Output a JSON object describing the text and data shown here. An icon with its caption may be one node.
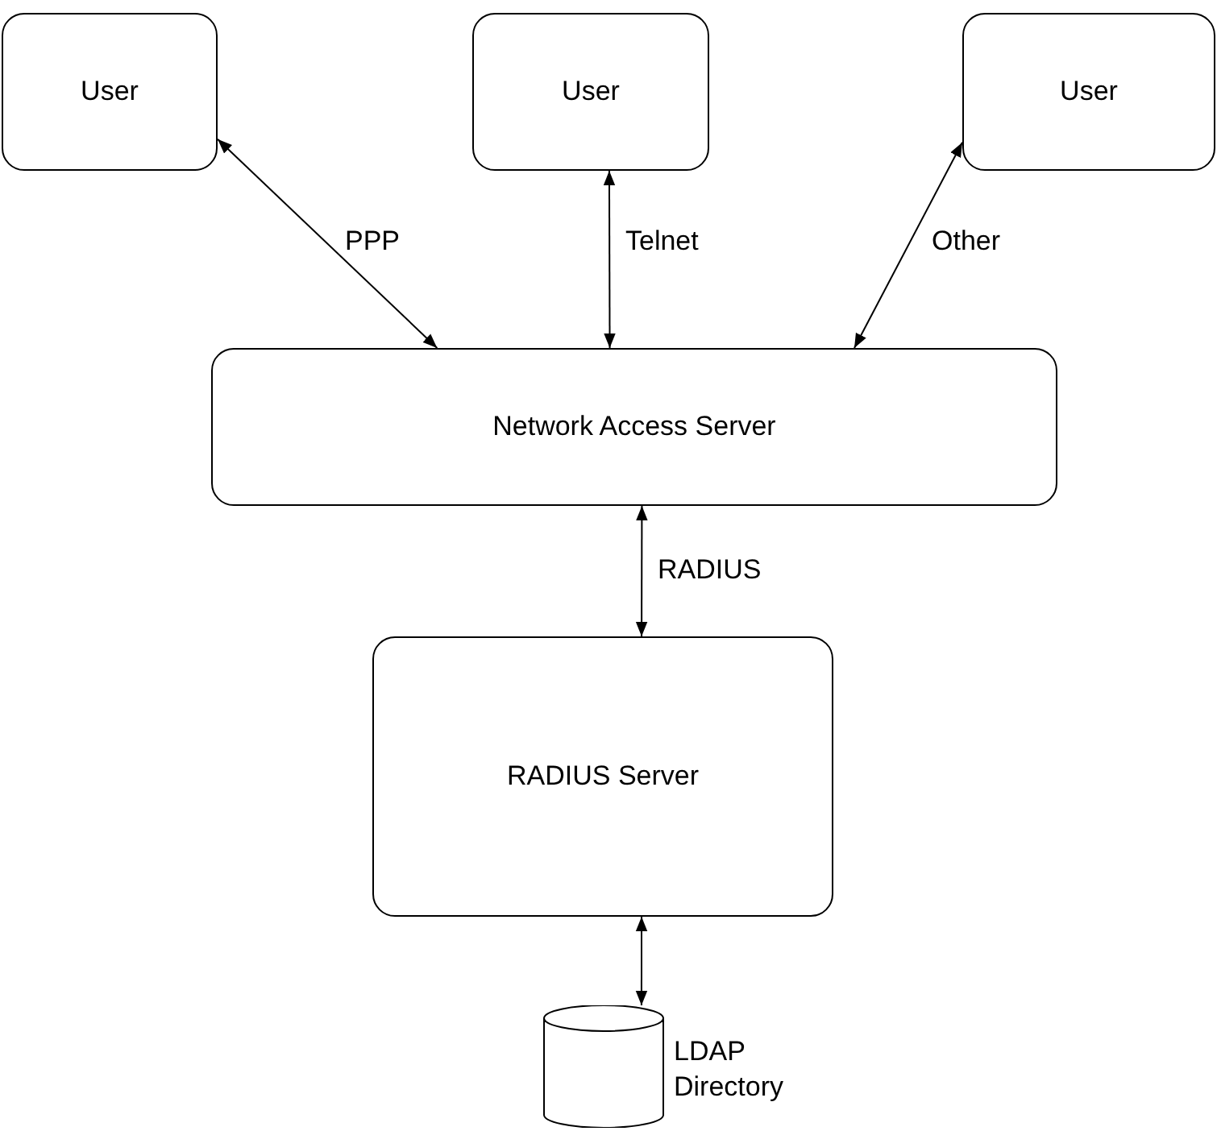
{
  "diagram": {
    "nodes": [
      {
        "text": [
          "User"
        ]
      },
      {
        "text": [
          "User"
        ]
      },
      {
        "text": [
          "User"
        ]
      },
      {
        "text": [
          "Network Access Server"
        ]
      },
      {
        "text": [
          "RADIUS Server"
        ]
      },
      {
        "text": [],
        "shape": "cylinder",
        "beside": [
          "LDAP Directory"
        ]
      }
    ],
    "edges": [
      {
        "from": 0,
        "to": 3,
        "arrow": "both",
        "label": "PPP"
      },
      {
        "from": 1,
        "to": 3,
        "arrow": "both",
        "label": "Telnet"
      },
      {
        "from": 2,
        "to": 3,
        "arrow": "both",
        "label": "Other"
      },
      {
        "from": 3,
        "to": 4,
        "arrow": "both",
        "label": "RADIUS"
      },
      {
        "from": 4,
        "to": 5,
        "arrow": "both"
      }
    ]
  }
}
